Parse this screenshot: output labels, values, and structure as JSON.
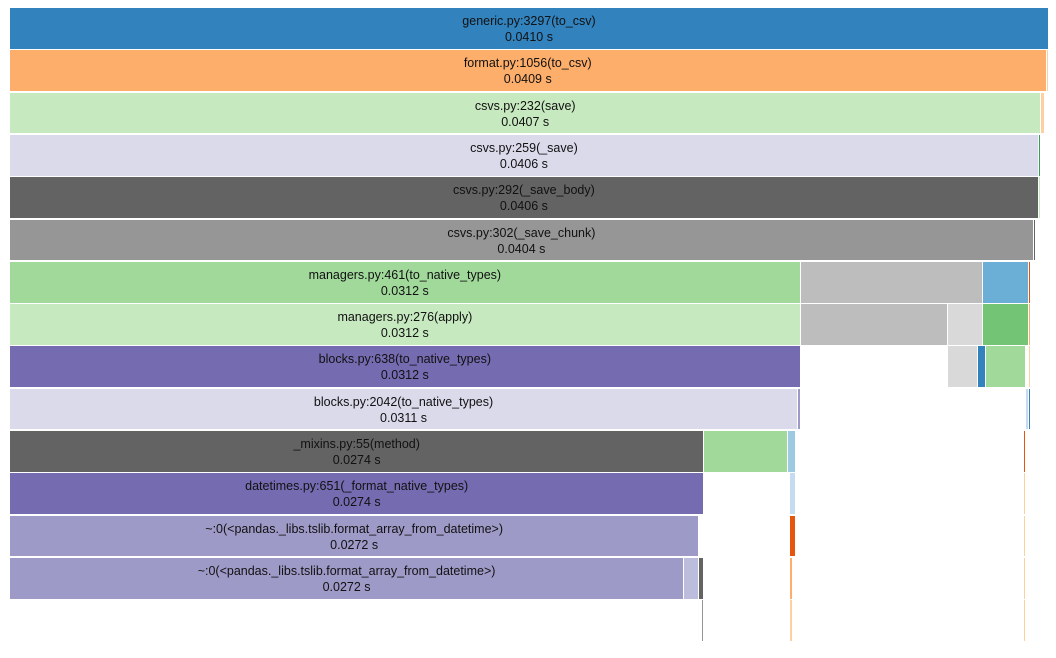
{
  "flame": {
    "rows": [
      [
        {
          "label": "generic.py:3297(to_csv)",
          "time": "0.0410 s",
          "color": "#3182bd",
          "x0": 0.0,
          "x1": 1.0
        }
      ],
      [
        {
          "label": "format.py:1056(to_csv)",
          "time": "0.0409 s",
          "color": "#fdae6b",
          "x0": 0.0,
          "x1": 0.9976
        },
        {
          "color": "#fdd0a2",
          "x0": 0.9976,
          "x1": 1.0
        }
      ],
      [
        {
          "label": "csvs.py:232(save)",
          "time": "0.0407 s",
          "color": "#c7e9c0",
          "x0": 0.0,
          "x1": 0.9927
        },
        {
          "color": "#fdd0a2",
          "x0": 0.9927,
          "x1": 0.9957
        }
      ],
      [
        {
          "label": "csvs.py:259(_save)",
          "time": "0.0406 s",
          "color": "#dadaeb",
          "x0": 0.0,
          "x1": 0.9902
        },
        {
          "color": "#31a354",
          "x0": 0.9902,
          "x1": 0.9927
        }
      ],
      [
        {
          "label": "csvs.py:292(_save_body)",
          "time": "0.0406 s",
          "color": "#636363",
          "x0": 0.0,
          "x1": 0.9902
        },
        {
          "color": "#c7e9c0",
          "x0": 0.9902,
          "x1": 0.992
        }
      ],
      [
        {
          "label": "csvs.py:302(_save_chunk)",
          "time": "0.0404 s",
          "color": "#969696",
          "x0": 0.0,
          "x1": 0.9854
        },
        {
          "color": "#636363",
          "x0": 0.9854,
          "x1": 0.9878
        }
      ],
      [
        {
          "label": "managers.py:461(to_native_types)",
          "time": "0.0312 s",
          "color": "#a1d99b",
          "x0": 0.0,
          "x1": 0.761
        },
        {
          "color": "#bdbdbd",
          "x0": 0.761,
          "x1": 0.9366
        },
        {
          "color": "#6baed6",
          "x0": 0.9366,
          "x1": 0.9805
        },
        {
          "color": "#e6550d",
          "x0": 0.9805,
          "x1": 0.9829
        }
      ],
      [
        {
          "label": "managers.py:276(apply)",
          "time": "0.0312 s",
          "color": "#c7e9c0",
          "x0": 0.0,
          "x1": 0.761
        },
        {
          "color": "#bdbdbd",
          "x0": 0.761,
          "x1": 0.9024
        },
        {
          "color": "#d9d9d9",
          "x0": 0.9024,
          "x1": 0.9366
        },
        {
          "color": "#74c476",
          "x0": 0.9366,
          "x1": 0.9805
        },
        {
          "color": "#fdae6b",
          "x0": 0.9805,
          "x1": 0.9829
        }
      ],
      [
        {
          "label": "blocks.py:638(to_native_types)",
          "time": "0.0312 s",
          "color": "#756bb1",
          "x0": 0.0,
          "x1": 0.761
        },
        {
          "color": "#d9d9d9",
          "x0": 0.9024,
          "x1": 0.9317
        },
        {
          "color": "#3182bd",
          "x0": 0.9317,
          "x1": 0.939
        },
        {
          "color": "#a1d99b",
          "x0": 0.939,
          "x1": 0.978
        },
        {
          "color": "#fdd0a2",
          "x0": 0.9805,
          "x1": 0.9829
        }
      ],
      [
        {
          "label": "blocks.py:2042(to_native_types)",
          "time": "0.0311 s",
          "color": "#dadaeb",
          "x0": 0.0,
          "x1": 0.7585
        },
        {
          "color": "#9e9ac8",
          "x0": 0.7585,
          "x1": 0.761
        },
        {
          "color": "#c6dbef",
          "x0": 0.978,
          "x1": 0.9805
        },
        {
          "color": "#3182bd",
          "x0": 0.9805,
          "x1": 0.9829
        }
      ],
      [
        {
          "label": "_mixins.py:55(method)",
          "time": "0.0274 s",
          "color": "#636363",
          "x0": 0.0,
          "x1": 0.6683
        },
        {
          "color": "#a1d99b",
          "x0": 0.6683,
          "x1": 0.7488
        },
        {
          "color": "#9ecae1",
          "x0": 0.7488,
          "x1": 0.7561
        },
        {
          "color": "#e6550d",
          "x0": 0.9756,
          "x1": 0.978
        }
      ],
      [
        {
          "label": "datetimes.py:651(_format_native_types)",
          "time": "0.0274 s",
          "color": "#756bb1",
          "x0": 0.0,
          "x1": 0.6683
        },
        {
          "color": "#c6dbef",
          "x0": 0.7512,
          "x1": 0.7561
        },
        {
          "color": "#fdd0a2",
          "x0": 0.9756,
          "x1": 0.978
        }
      ],
      [
        {
          "label": "~:0(<pandas._libs.tslib.format_array_from_datetime>)",
          "time": "0.0272 s",
          "color": "#9e9ac8",
          "x0": 0.0,
          "x1": 0.6634
        },
        {
          "color": "#e6550d",
          "x0": 0.7512,
          "x1": 0.7561
        },
        {
          "color": "#fdd0a2",
          "x0": 0.9756,
          "x1": 0.978
        }
      ],
      [
        {
          "label": "~:0(<pandas._libs.tslib.format_array_from_datetime>)",
          "time": "0.0272 s",
          "color": "#9e9ac8",
          "x0": 0.0,
          "x1": 0.6488
        },
        {
          "color": "#bcbddc",
          "x0": 0.6488,
          "x1": 0.6634
        },
        {
          "color": "#636363",
          "x0": 0.6634,
          "x1": 0.6683
        },
        {
          "color": "#fdae6b",
          "x0": 0.7512,
          "x1": 0.7537
        },
        {
          "color": "#fdd0a2",
          "x0": 0.9756,
          "x1": 0.978
        }
      ],
      [
        {
          "color": "#969696",
          "x0": 0.6659,
          "x1": 0.6683
        },
        {
          "color": "#fdd0a2",
          "x0": 0.7512,
          "x1": 0.7537
        },
        {
          "color": "#fdd0a2",
          "x0": 0.9756,
          "x1": 0.978
        }
      ]
    ]
  }
}
